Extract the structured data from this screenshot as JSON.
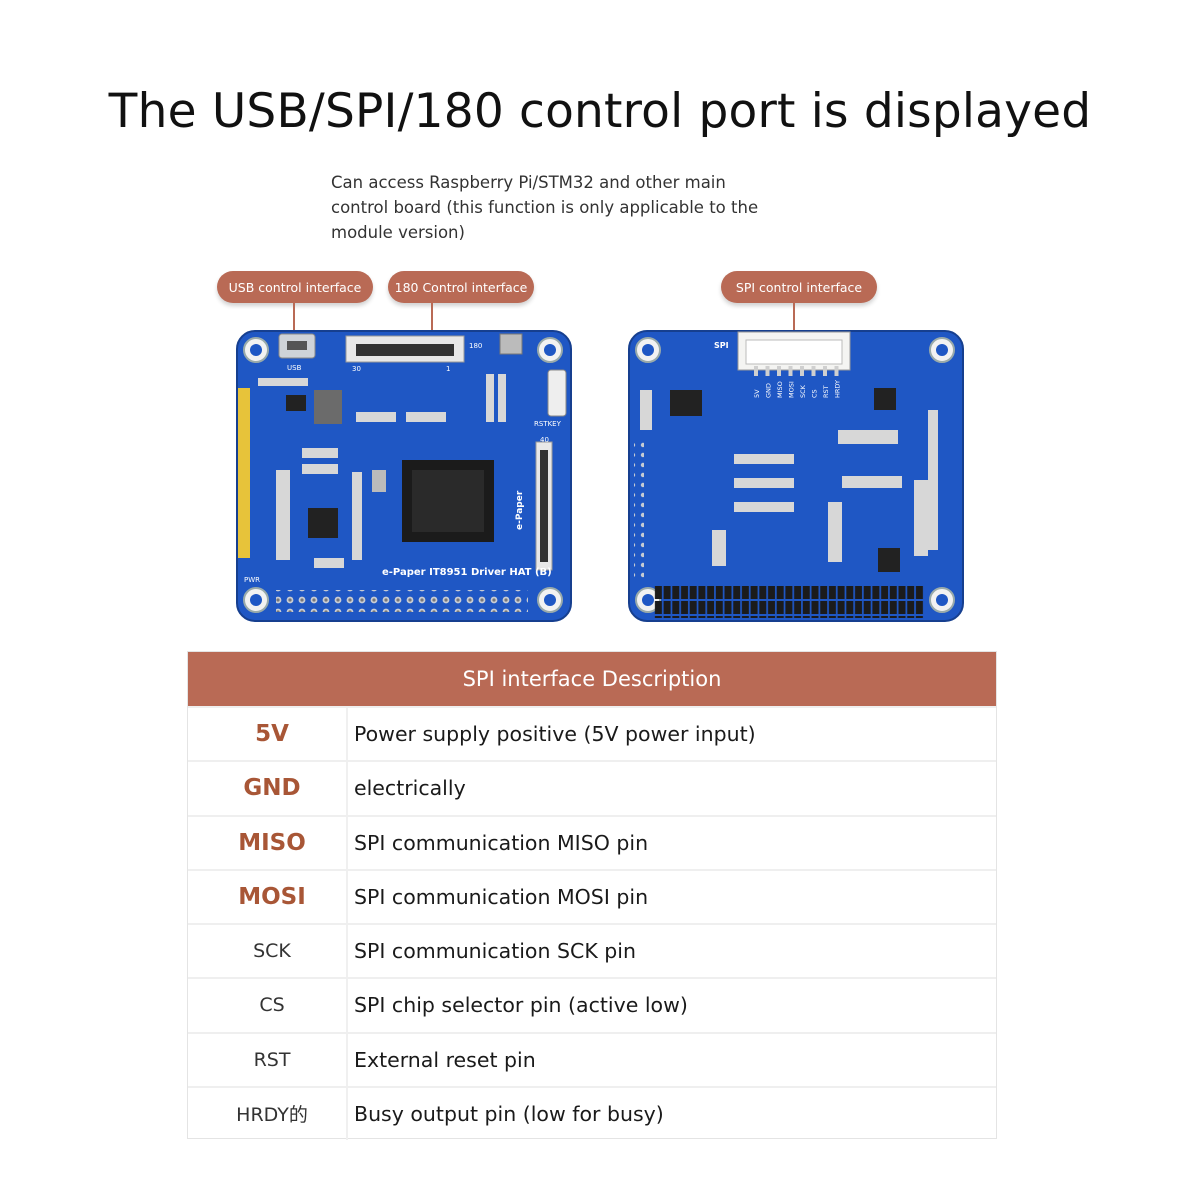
{
  "title": "The USB/SPI/180 control port is displayed",
  "subtitle": "Can access Raspberry Pi/STM32 and other main control board (this function is only applicable to the module version)",
  "callouts": {
    "usb": "USB control interface",
    "p180": "180 Control interface",
    "spi": "SPI control interface"
  },
  "board_front_labels": {
    "usb": "USB",
    "p180": "180",
    "pin30": "30",
    "pin1": "1",
    "rstkey": "RSTKEY",
    "epaper": "e-Paper",
    "name": "e-Paper IT8951 Driver HAT (B)",
    "pwr": "PWR",
    "pin40": "40"
  },
  "board_back_labels": {
    "spi": "SPI",
    "pins": [
      "5V",
      "GND",
      "MISO",
      "MOSI",
      "SCK",
      "CS",
      "RST",
      "HRDY"
    ]
  },
  "table": {
    "header": "SPI interface Description",
    "rows": [
      {
        "pin": "5V",
        "desc": "Power supply positive (5V power input)"
      },
      {
        "pin": "GND",
        "desc": "electrically"
      },
      {
        "pin": "MISO",
        "desc": "SPI communication MISO pin"
      },
      {
        "pin": "MOSI",
        "desc": "SPI communication MOSI pin"
      },
      {
        "pin": "SCK",
        "desc": "SPI communication SCK pin"
      },
      {
        "pin": "CS",
        "desc": "SPI chip selector pin (active low)"
      },
      {
        "pin": "RST",
        "desc": "External reset pin"
      },
      {
        "pin": "HRDY的",
        "desc": "Busy output pin (low for busy)"
      }
    ]
  },
  "colors": {
    "accent": "#b96a55",
    "pin_text": "#a85636",
    "pcb": "#1f57c4"
  }
}
